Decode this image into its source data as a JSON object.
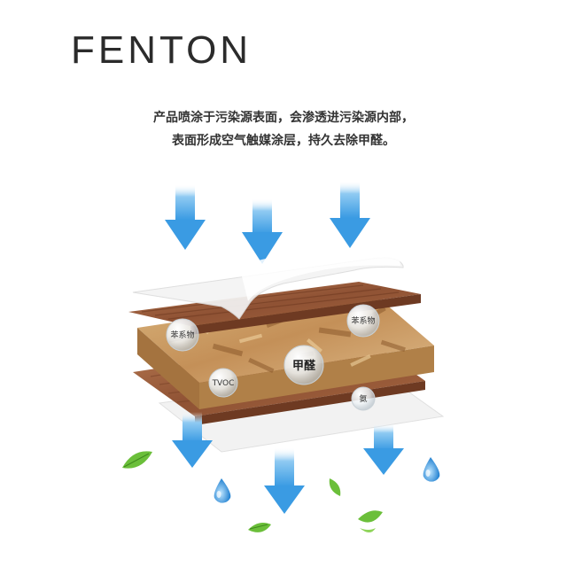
{
  "brand": "FENTON",
  "description": {
    "line1": "产品喷涂于污染源表面，会渗透进污染源内部，",
    "line2": "表面形成空气触媒涂层，持久去除甲醛。"
  },
  "pollutants": {
    "benzene_left": "苯系物",
    "benzene_right": "苯系物",
    "formaldehyde": "甲醛",
    "tvoc": "TVOC",
    "ammonia": "氨"
  },
  "colors": {
    "arrow": "#4aa8e8",
    "wood": "#9a5a3a",
    "osb": "#c9a16a",
    "leaf": "#6bbf3a",
    "water": "#2f8fd8"
  },
  "icons": [
    "arrow-down-icon",
    "leaf-icon",
    "water-drop-icon"
  ]
}
